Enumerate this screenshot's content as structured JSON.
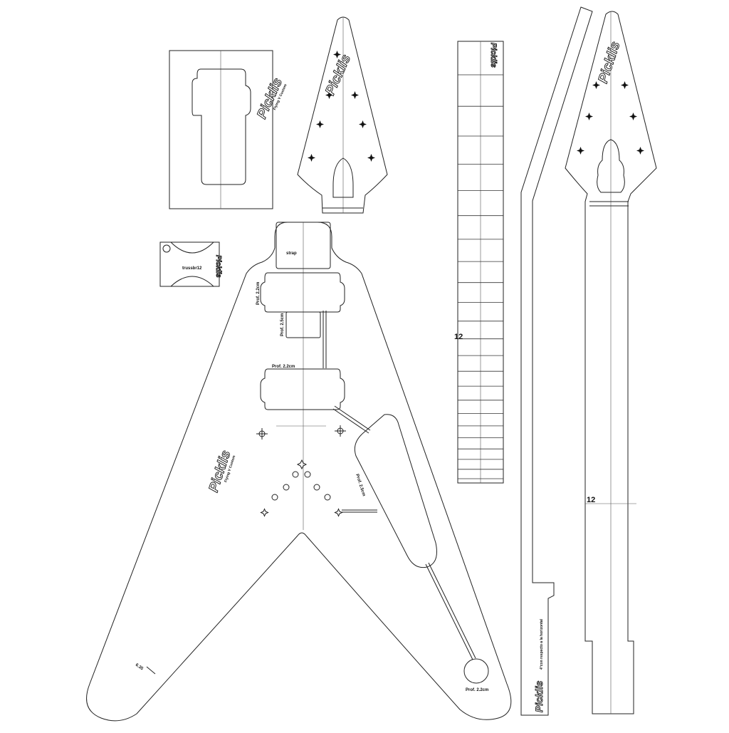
{
  "brand": {
    "logo": "Picklis",
    "subline": "Flying V Custom"
  },
  "body": {
    "strap_label": "strap",
    "pickup_depth_label": "Prof. 2.2cm",
    "neck_pocket_depth_label": "Prof. 2.5cm",
    "control_cavity_depth_label": "Prof. 2.5cm",
    "jack_depth_label": "Prof. 2.2cm",
    "tail_label": "6.35"
  },
  "trussrod_template": {
    "label": "trussbr12",
    "mirrored_label": "Picklis"
  },
  "fretboard": {
    "marker_12": "12"
  },
  "neck_side": {
    "note": "4°con respecto a la horizontal"
  },
  "neck_top": {
    "marker_12": "12"
  }
}
